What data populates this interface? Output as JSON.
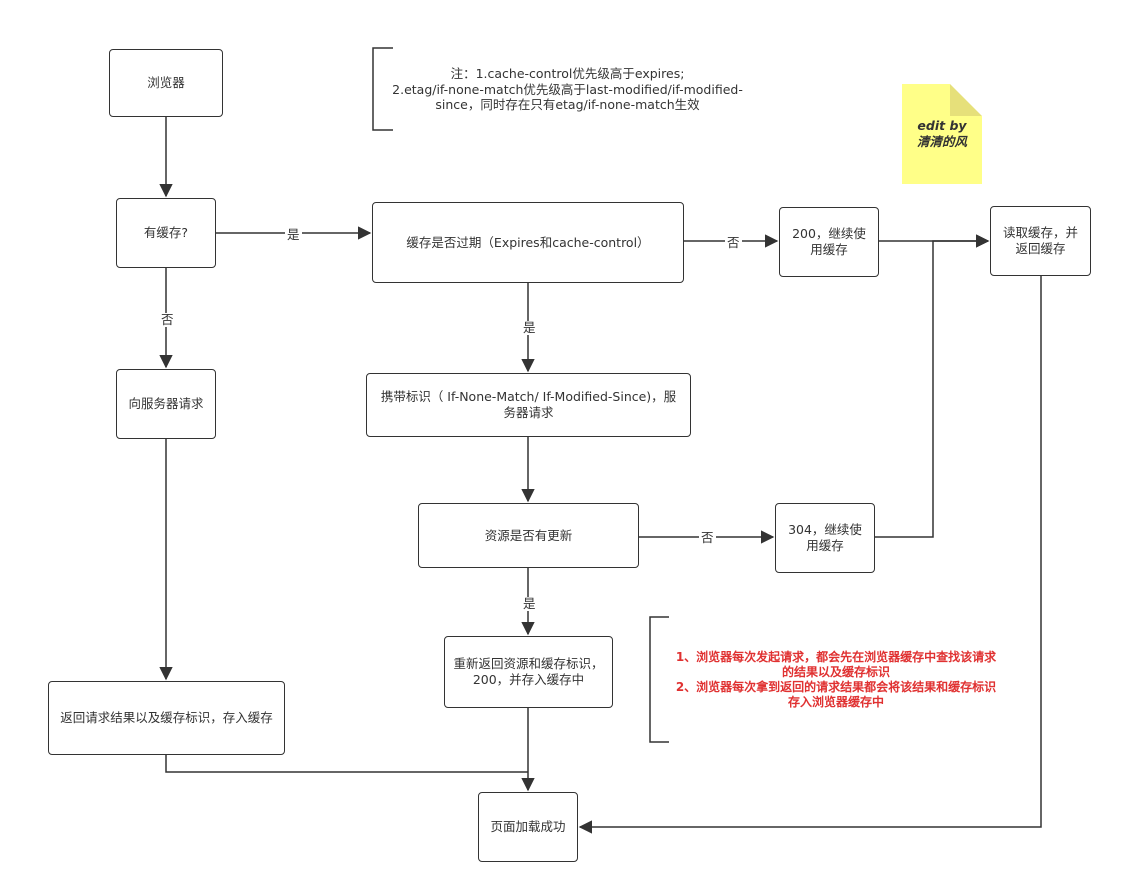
{
  "nodes": {
    "browser": "浏览器",
    "has_cache": "有缓存?",
    "cache_expired": "缓存是否过期（Expires和cache-control）",
    "use_cache_200": "200，继续使用缓存",
    "read_cache": "读取缓存，并返回缓存",
    "request_server": "向服务器请求",
    "conditional_request": "携带标识（ If-None-Match/ If-Modified-Since)，服务器请求",
    "resource_updated": "资源是否有更新",
    "use_cache_304": "304，继续使用缓存",
    "return_resource": "重新返回资源和缓存标识，200，并存入缓存中",
    "return_result": "返回请求结果以及缓存标识，存入缓存",
    "page_loaded": "页面加载成功"
  },
  "edge_labels": {
    "has_cache_yes": "是",
    "has_cache_no": "否",
    "expired_no": "否",
    "expired_yes": "是",
    "updated_no": "否",
    "updated_yes": "是"
  },
  "top_note": {
    "line1": "注：1.cache-control优先级高于expires;",
    "line2": "2.etag/if-none-match优先级高于last-modified/if-modified-",
    "line3": "since，同时存在只有etag/if-none-match生效"
  },
  "sticky_note": {
    "line1": "edit by",
    "line2": "清清的风"
  },
  "red_note": {
    "line1": "1、浏览器每次发起请求，都会先在浏览器缓存中查找该请求",
    "line2": "的结果以及缓存标识",
    "line3": "2、浏览器每次拿到返回的请求结果都会将该结果和缓存标识",
    "line4": "存入浏览器缓存中"
  },
  "colors": {
    "stroke": "#333333",
    "note_red": "#e03131",
    "sticky_bg": "#ffff88"
  }
}
